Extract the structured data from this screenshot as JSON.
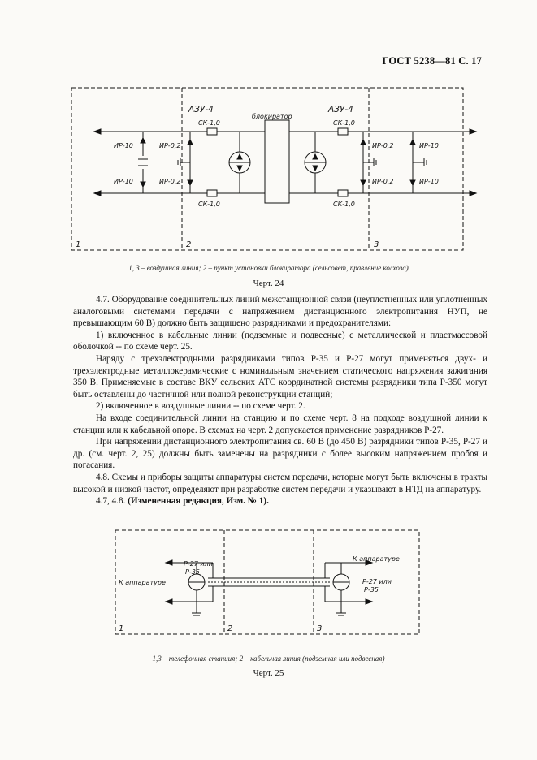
{
  "header": {
    "title": "ГОСТ 5238—81 С. 17"
  },
  "figure24": {
    "labels": {
      "azu_left": "АЗУ-4",
      "azu_right": "АЗУ-4",
      "blocker": "блокиратор",
      "sk_tl": "СК-1,0",
      "sk_bl": "СК-1,0",
      "sk_tr": "СК-1,0",
      "sk_br": "СК-1,0",
      "ir10_tl": "ИР-10",
      "ir10_bl": "ИР-10",
      "ir02_tl": "ИР-0,2",
      "ir02_bl": "ИР-0,2",
      "ir02_tr": "ИР-0,2",
      "ir02_br": "ИР-0,2",
      "ir10_tr": "ИР-10",
      "ir10_br": "ИР-10",
      "zone1": "1",
      "zone2": "2",
      "zone3": "3"
    },
    "caption": "1, 3 – воздушная линия; 2 – пункт установки блокиратора (сельсовет, правление колхоза)",
    "number": "Черт. 24"
  },
  "text": {
    "p1": "4.7. Оборудование соединительных линий межстанционной связи (неуплотненных или уплотненных аналоговыми системами передачи с напряжением дистанционного электропитания НУП, не превышающим 60 В) должно быть защищено разрядниками и предохранителями:",
    "p2": "1) включенное в кабельные линии (подземные и подвесные) с металлической и пластмассовой оболочкой -- по схеме черт. 25.",
    "p3": "Наряду с трехэлектродными разрядниками типов Р-35 и Р-27 могут применяться двух- и трехэлектродные металлокерамические с номинальным значением статического напряжения зажигания 350 В. Применяемые в составе ВКУ сельских АТС координатной системы разрядники типа Р-350 могут быть оставлены до частичной или полной реконструкции станций;",
    "p4": "2) включенное в воздушные линии -- по схеме черт. 2.",
    "p5": "На входе соединительной линии на станцию и по схеме черт. 8 на подходе воздушной линии к станции или к кабельной опоре. В схемах на черт. 2 допускается применение разрядников Р-27.",
    "p6": "При напряжении дистанционного электропитания св. 60 В (до 450 В) разрядники типов Р-35, Р-27 и др. (см. черт. 2, 25) должны быть заменены на разрядники с более высоким напряжением пробоя и погасания.",
    "p7": "4.8. Схемы и приборы защиты аппаратуры систем передачи, которые могут быть включены в тракты высокой и низкой частот, определяют при разработке систем передачи и указывают в НТД на аппаратуру.",
    "p8_prefix": "4.7, 4.8. ",
    "p8_bold": "(Измененная редакция, Изм. № 1)."
  },
  "figure25": {
    "labels": {
      "to_app_left": "К аппаратуре",
      "to_app_right": "К аппаратуре",
      "arr_left_1": "Р-27 или",
      "arr_left_2": "Р-35",
      "arr_right_1": "Р-27 или",
      "arr_right_2": "Р-35",
      "zone1": "1",
      "zone2": "2",
      "zone3": "3"
    },
    "caption": "1,3 – телефонная станция; 2 – кабельная линия (подземная или подвесная)",
    "number": "Черт. 25"
  }
}
